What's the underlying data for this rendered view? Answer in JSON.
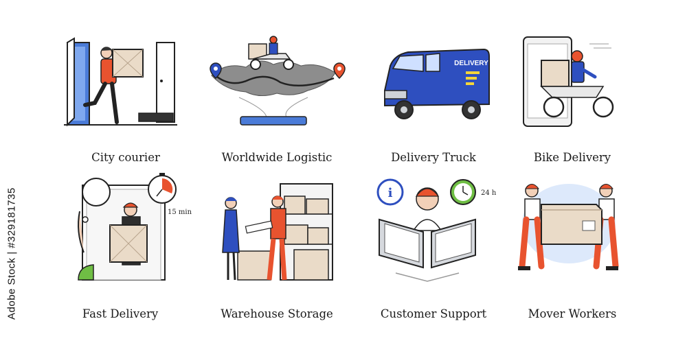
{
  "stock_id": "Adobe Stock | #329181735",
  "illustrations": [
    {
      "caption": "City courier",
      "icon": "courier-icon"
    },
    {
      "caption": "Worldwide Logistic",
      "icon": "world-map-icon"
    },
    {
      "caption": "Delivery Truck",
      "icon": "truck-icon",
      "sign": "DELIVERY"
    },
    {
      "caption": "Bike Delivery",
      "icon": "scooter-icon"
    },
    {
      "caption": "Fast Delivery",
      "icon": "stopwatch-icon",
      "time": "15 min"
    },
    {
      "caption": "Warehouse Storage",
      "icon": "warehouse-icon"
    },
    {
      "caption": "Customer Support",
      "icon": "headset-icon",
      "time": "24 h"
    },
    {
      "caption": "Mover Workers",
      "icon": "box-icon"
    }
  ],
  "colors": {
    "red": "#e8532f",
    "blue": "#2e4fbf",
    "cardboard": "#eadbc8",
    "gray": "#cfd3d8",
    "green": "#6fbe44",
    "outline": "#222222"
  }
}
